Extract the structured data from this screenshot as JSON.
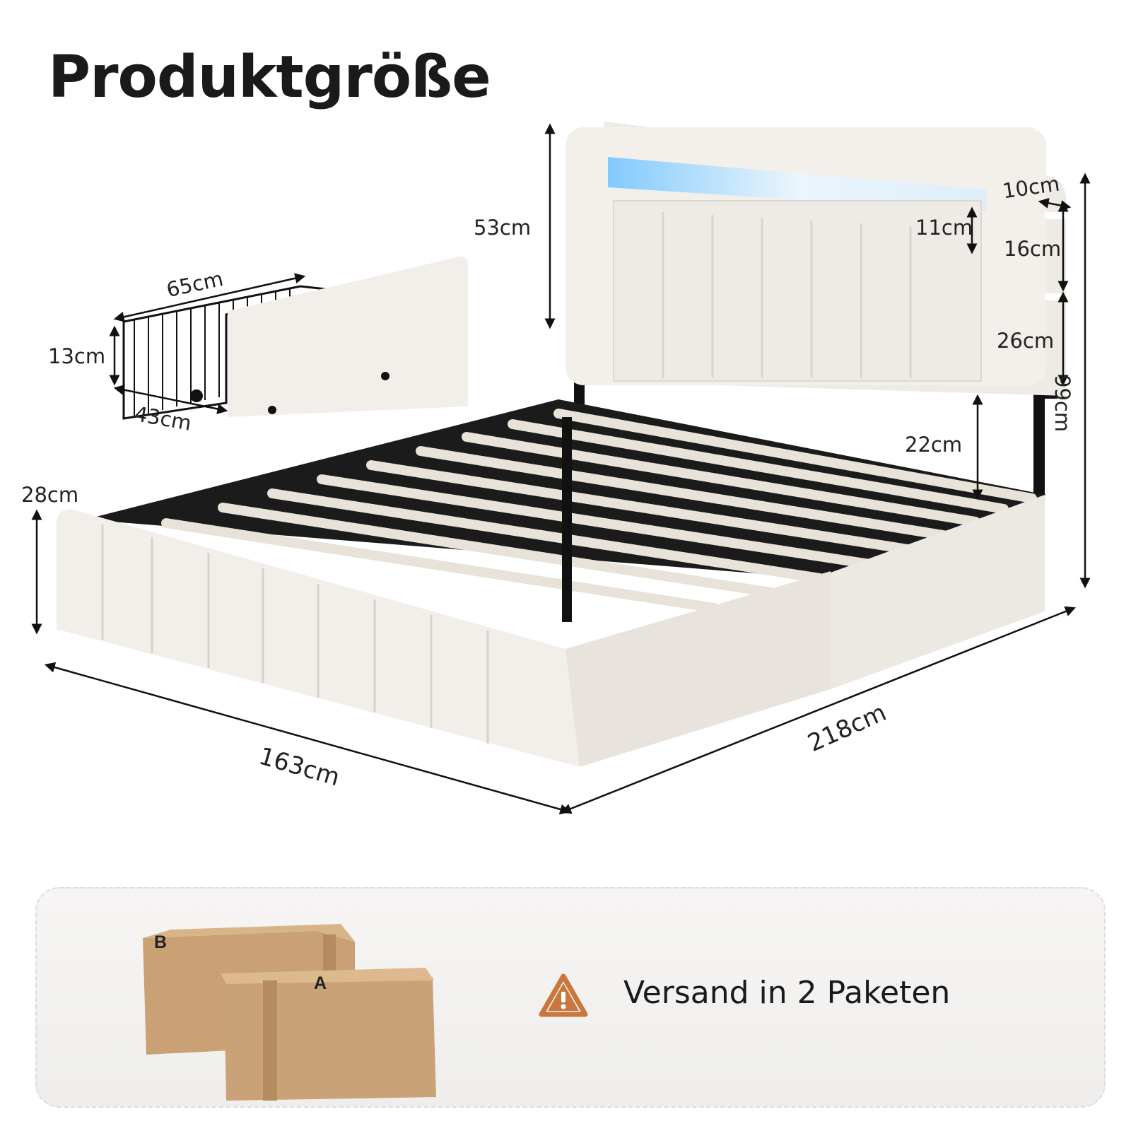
{
  "title": "Produktgröße",
  "dimensions": {
    "headboard_height": "53cm",
    "drawer_length": "65cm",
    "drawer_height": "13cm",
    "drawer_width": "43cm",
    "shelf_depth": "10cm",
    "light_gap": "11cm",
    "shelf_upper": "16cm",
    "shelf_lower": "26cm",
    "total_height": "99cm",
    "leg_clearance": "22cm",
    "frame_height": "28cm",
    "bed_width": "163cm",
    "bed_length": "218cm"
  },
  "shipping": {
    "text": "Versand in 2 Paketen",
    "box_b": "B",
    "box_a": "A",
    "warning_color": "#c9773c"
  }
}
